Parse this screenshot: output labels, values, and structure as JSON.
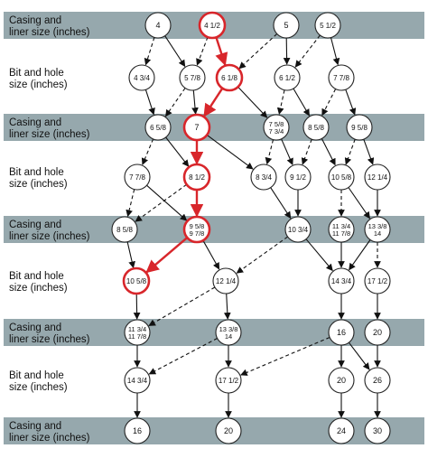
{
  "colors": {
    "band": "#96a8ad",
    "node_fill": "#ffffff",
    "node_stroke": "#222222",
    "highlight": "#d8262b",
    "edge": "#111111"
  },
  "rows": [
    {
      "line1": "Casing and",
      "line2": "liner size (inches)",
      "banded": true
    },
    {
      "line1": "Bit and hole",
      "line2": "size (inches)",
      "banded": false
    },
    {
      "line1": "Casing and",
      "line2": "liner size (inches)",
      "banded": true
    },
    {
      "line1": "Bit and hole",
      "line2": "size (inches)",
      "banded": false
    },
    {
      "line1": "Casing and",
      "line2": "liner size (inches)",
      "banded": true
    },
    {
      "line1": "Bit and hole",
      "line2": "size (inches)",
      "banded": false
    },
    {
      "line1": "Casing and",
      "line2": "liner size (inches)",
      "banded": true
    },
    {
      "line1": "Bit and hole",
      "line2": "size (inches)",
      "banded": false
    },
    {
      "line1": "Casing and",
      "line2": "liner size (inches)",
      "banded": true
    }
  ],
  "nodes": [
    {
      "id": "c4",
      "label": "4",
      "row": 0,
      "col": 0
    },
    {
      "id": "c4h",
      "label": "4 1/2",
      "row": 0,
      "col": 1,
      "highlight": true
    },
    {
      "id": "c5",
      "label": "5",
      "row": 0,
      "col": 2
    },
    {
      "id": "c5h",
      "label": "5 1/2",
      "row": 0,
      "col": 3
    },
    {
      "id": "b434",
      "label": "4 3/4",
      "row": 1,
      "col": 0
    },
    {
      "id": "b578",
      "label": "5 7/8",
      "row": 1,
      "col": 1
    },
    {
      "id": "b618",
      "label": "6 1/8",
      "row": 1,
      "col": 2,
      "highlight": true
    },
    {
      "id": "b612",
      "label": "6 1/2",
      "row": 1,
      "col": 3
    },
    {
      "id": "b778",
      "label": "7 7/8",
      "row": 1,
      "col": 4
    },
    {
      "id": "c658",
      "label": "6 5/8",
      "row": 2,
      "col": 0
    },
    {
      "id": "c7",
      "label": "7",
      "row": 2,
      "col": 1,
      "highlight": true
    },
    {
      "id": "c758",
      "label": "7 5/8",
      "label2": "7 3/4",
      "row": 2,
      "col": 2
    },
    {
      "id": "c858",
      "label": "8 5/8",
      "row": 2,
      "col": 3
    },
    {
      "id": "c958",
      "label": "9 5/8",
      "row": 2,
      "col": 4
    },
    {
      "id": "b778b",
      "label": "7 7/8",
      "row": 3,
      "col": 0
    },
    {
      "id": "b812",
      "label": "8 1/2",
      "row": 3,
      "col": 1,
      "highlight": true
    },
    {
      "id": "b834",
      "label": "8 3/4",
      "row": 3,
      "col": 2
    },
    {
      "id": "b912",
      "label": "9 1/2",
      "row": 3,
      "col": 3
    },
    {
      "id": "b1058",
      "label": "10 5/8",
      "row": 3,
      "col": 4
    },
    {
      "id": "b1214",
      "label": "12 1/4",
      "row": 3,
      "col": 5
    },
    {
      "id": "c858b",
      "label": "8 5/8",
      "row": 4,
      "col": 0
    },
    {
      "id": "c958b",
      "label": "9 5/8",
      "label2": "9 7/8",
      "row": 4,
      "col": 1,
      "highlight": true
    },
    {
      "id": "c1034",
      "label": "10 3/4",
      "row": 4,
      "col": 2
    },
    {
      "id": "c1134",
      "label": "11 3/4",
      "label2": "11 7/8",
      "row": 4,
      "col": 3
    },
    {
      "id": "c1338",
      "label": "13 3/8",
      "label2": "14",
      "row": 4,
      "col": 4
    },
    {
      "id": "b1058b",
      "label": "10 5/8",
      "row": 5,
      "col": 0,
      "highlight": true
    },
    {
      "id": "b1214b",
      "label": "12 1/4",
      "row": 5,
      "col": 1
    },
    {
      "id": "b1434",
      "label": "14 3/4",
      "row": 5,
      "col": 2
    },
    {
      "id": "b1712",
      "label": "17 1/2",
      "row": 5,
      "col": 3
    },
    {
      "id": "c1134b",
      "label": "11 3/4",
      "label2": "11 7/8",
      "row": 6,
      "col": 0
    },
    {
      "id": "c1338b",
      "label": "13 3/8",
      "label2": "14",
      "row": 6,
      "col": 1
    },
    {
      "id": "c16",
      "label": "16",
      "row": 6,
      "col": 2
    },
    {
      "id": "c20",
      "label": "20",
      "row": 6,
      "col": 3
    },
    {
      "id": "b1434b",
      "label": "14 3/4",
      "row": 7,
      "col": 0
    },
    {
      "id": "b1712b",
      "label": "17 1/2",
      "row": 7,
      "col": 1
    },
    {
      "id": "b20",
      "label": "20",
      "row": 7,
      "col": 2
    },
    {
      "id": "b26",
      "label": "26",
      "row": 7,
      "col": 3
    },
    {
      "id": "c16b",
      "label": "16",
      "row": 8,
      "col": 0
    },
    {
      "id": "c20b",
      "label": "20",
      "row": 8,
      "col": 1
    },
    {
      "id": "c24",
      "label": "24",
      "row": 8,
      "col": 2
    },
    {
      "id": "c30",
      "label": "30",
      "row": 8,
      "col": 3
    }
  ],
  "edges": [
    {
      "from": "c4",
      "to": "b434",
      "style": "dashed"
    },
    {
      "from": "c4",
      "to": "b578",
      "style": "solid"
    },
    {
      "from": "c4h",
      "to": "b578",
      "style": "dashed"
    },
    {
      "from": "c4h",
      "to": "b618",
      "style": "highlight"
    },
    {
      "from": "c5",
      "to": "b618",
      "style": "dashed"
    },
    {
      "from": "c5",
      "to": "b612",
      "style": "solid"
    },
    {
      "from": "c5h",
      "to": "b612",
      "style": "dashed"
    },
    {
      "from": "c5h",
      "to": "b778",
      "style": "solid"
    },
    {
      "from": "b434",
      "to": "c658",
      "style": "solid"
    },
    {
      "from": "b578",
      "to": "c658",
      "style": "dashed"
    },
    {
      "from": "b578",
      "to": "c7",
      "style": "solid"
    },
    {
      "from": "b618",
      "to": "c7",
      "style": "highlight"
    },
    {
      "from": "b618",
      "to": "c758",
      "style": "solid"
    },
    {
      "from": "b612",
      "to": "c758",
      "style": "dashed"
    },
    {
      "from": "b612",
      "to": "c858",
      "style": "solid"
    },
    {
      "from": "b778",
      "to": "c858",
      "style": "dashed"
    },
    {
      "from": "b778",
      "to": "c958",
      "style": "solid"
    },
    {
      "from": "c658",
      "to": "b778b",
      "style": "dashed"
    },
    {
      "from": "c658",
      "to": "b812",
      "style": "solid"
    },
    {
      "from": "c7",
      "to": "b812",
      "style": "highlight"
    },
    {
      "from": "c758",
      "to": "b834",
      "style": "dashed"
    },
    {
      "from": "c758",
      "to": "b912",
      "style": "solid"
    },
    {
      "from": "c858",
      "to": "b912",
      "style": "dashed"
    },
    {
      "from": "c858",
      "to": "b1058",
      "style": "solid"
    },
    {
      "from": "c958",
      "to": "b1058",
      "style": "dashed"
    },
    {
      "from": "c958",
      "to": "b1214",
      "style": "solid"
    },
    {
      "from": "c7",
      "to": "b834",
      "style": "solid"
    },
    {
      "from": "b778b",
      "to": "c858b",
      "style": "dashed"
    },
    {
      "from": "b778b",
      "to": "c958b",
      "style": "solid"
    },
    {
      "from": "b812",
      "to": "c958b",
      "style": "highlight"
    },
    {
      "from": "b812",
      "to": "c858b",
      "style": "dashed"
    },
    {
      "from": "b834",
      "to": "c1034",
      "style": "solid"
    },
    {
      "from": "b912",
      "to": "c1034",
      "style": "solid"
    },
    {
      "from": "b1058",
      "to": "c1134",
      "style": "dashed"
    },
    {
      "from": "b1058",
      "to": "c1338",
      "style": "solid"
    },
    {
      "from": "b1214",
      "to": "c1338",
      "style": "solid"
    },
    {
      "from": "c858b",
      "to": "b1058b",
      "style": "solid"
    },
    {
      "from": "c958b",
      "to": "b1058b",
      "style": "highlight"
    },
    {
      "from": "c958b",
      "to": "b1214b",
      "style": "solid"
    },
    {
      "from": "c1034",
      "to": "b1214b",
      "style": "dashed"
    },
    {
      "from": "c1034",
      "to": "b1434",
      "style": "solid"
    },
    {
      "from": "c1134",
      "to": "b1434",
      "style": "solid"
    },
    {
      "from": "c1338",
      "to": "b1434",
      "style": "solid"
    },
    {
      "from": "c1338",
      "to": "b1712",
      "style": "dashed"
    },
    {
      "from": "b1058b",
      "to": "c1134b",
      "style": "solid"
    },
    {
      "from": "b1214b",
      "to": "c1134b",
      "style": "dashed"
    },
    {
      "from": "b1214b",
      "to": "c1338b",
      "style": "solid"
    },
    {
      "from": "b1434",
      "to": "c16",
      "style": "solid"
    },
    {
      "from": "b1712",
      "to": "c20",
      "style": "solid"
    },
    {
      "from": "c1134b",
      "to": "b1434b",
      "style": "solid"
    },
    {
      "from": "c1338b",
      "to": "b1434b",
      "style": "dashed"
    },
    {
      "from": "c1338b",
      "to": "b1712b",
      "style": "solid"
    },
    {
      "from": "c16",
      "to": "b1712b",
      "style": "dashed"
    },
    {
      "from": "c16",
      "to": "b20",
      "style": "solid"
    },
    {
      "from": "c16",
      "to": "b26",
      "style": "solid"
    },
    {
      "from": "c20",
      "to": "b26",
      "style": "solid"
    },
    {
      "from": "b1434b",
      "to": "c16b",
      "style": "solid"
    },
    {
      "from": "b1712b",
      "to": "c20b",
      "style": "solid"
    },
    {
      "from": "b20",
      "to": "c24",
      "style": "solid"
    },
    {
      "from": "b26",
      "to": "c30",
      "style": "solid"
    }
  ]
}
